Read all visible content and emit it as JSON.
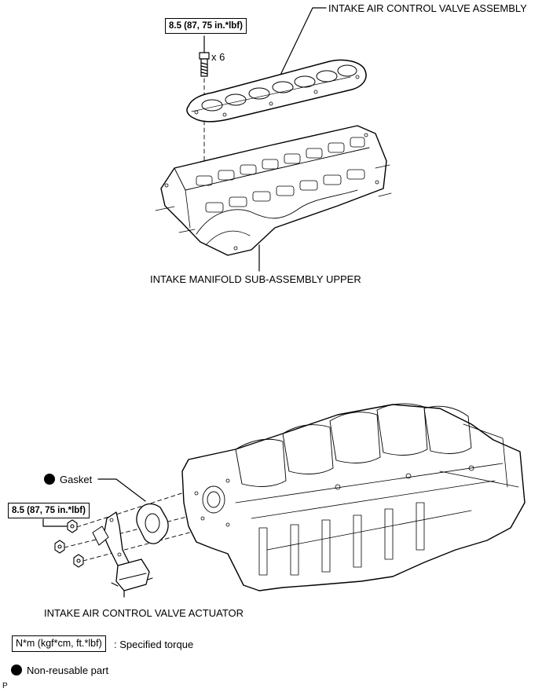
{
  "labels": {
    "valve_assembly": "INTAKE AIR CONTROL VALVE ASSEMBLY",
    "manifold_upper": "INTAKE MANIFOLD SUB-ASSEMBLY UPPER",
    "actuator": "INTAKE AIR CONTROL VALVE ACTUATOR",
    "gasket": "Gasket",
    "bolt_count": "x 6"
  },
  "torques": {
    "valve_assembly_bolts": "8.5 (87, 75 in.*lbf)",
    "actuator_nuts": "8.5 (87, 75 in.*lbf)"
  },
  "legend": {
    "torque_unit": "N*m (kgf*cm, ft.*lbf)",
    "torque_desc": ": Specified torque",
    "non_reusable": "Non-reusable part"
  },
  "footer": {
    "corner_mark": "P"
  }
}
